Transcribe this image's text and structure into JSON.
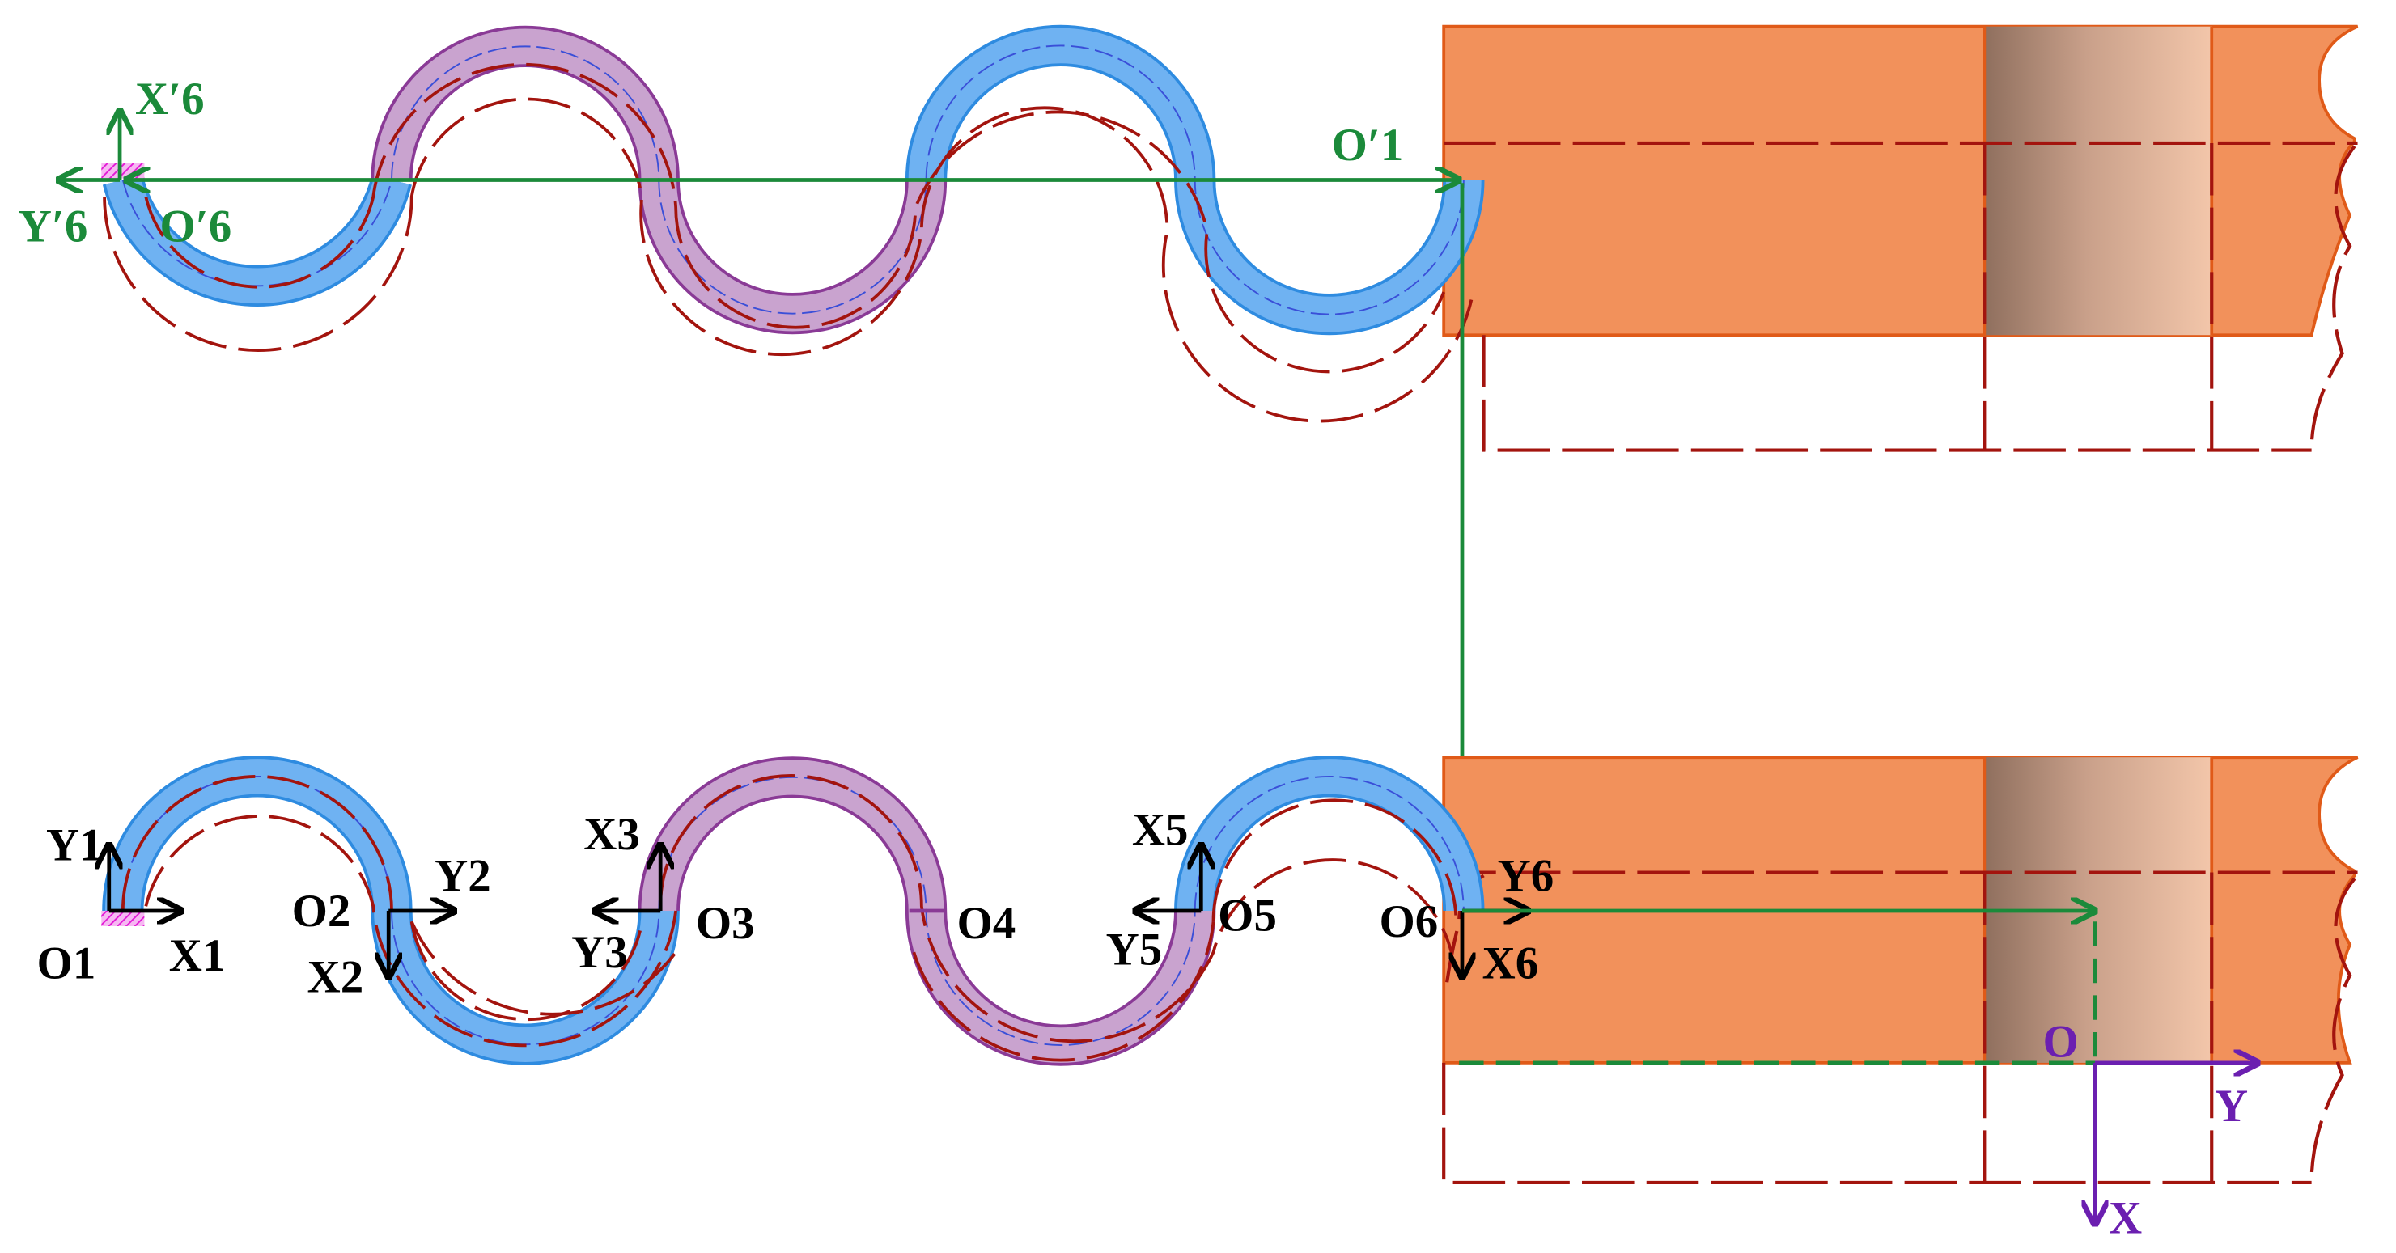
{
  "colors": {
    "plate": "#f2915b",
    "plate_edge": "#e05a18",
    "blue_band": "#6fb2f2",
    "blue_edge": "#2e8be0",
    "purple_band": "#c9a3cf",
    "purple_edge": "#8a3a96",
    "dash_red": "#a3140e",
    "frame_green": "#1b8a3a",
    "global_purple": "#6b1fb0",
    "fixed_magenta": "#e31bd6"
  },
  "top_state": {
    "origin_O1_prime": "O′1",
    "axis_X6_prime": "X′6",
    "axis_Y6_prime": "Y′6",
    "origin_O6_prime": "O′6"
  },
  "bottom_state": {
    "frames": [
      {
        "origin": "O1",
        "x": "X1",
        "y": "Y1"
      },
      {
        "origin": "O2",
        "x": "X2",
        "y": "Y2"
      },
      {
        "origin": "O3",
        "x": "X3",
        "y": "Y3"
      },
      {
        "origin": "O4"
      },
      {
        "origin": "O5",
        "x": "X5",
        "y": "Y5"
      },
      {
        "origin": "O6",
        "x": "X6",
        "y": "Y6"
      }
    ],
    "global_frame": {
      "origin": "O",
      "x": "X",
      "y": "Y"
    }
  }
}
